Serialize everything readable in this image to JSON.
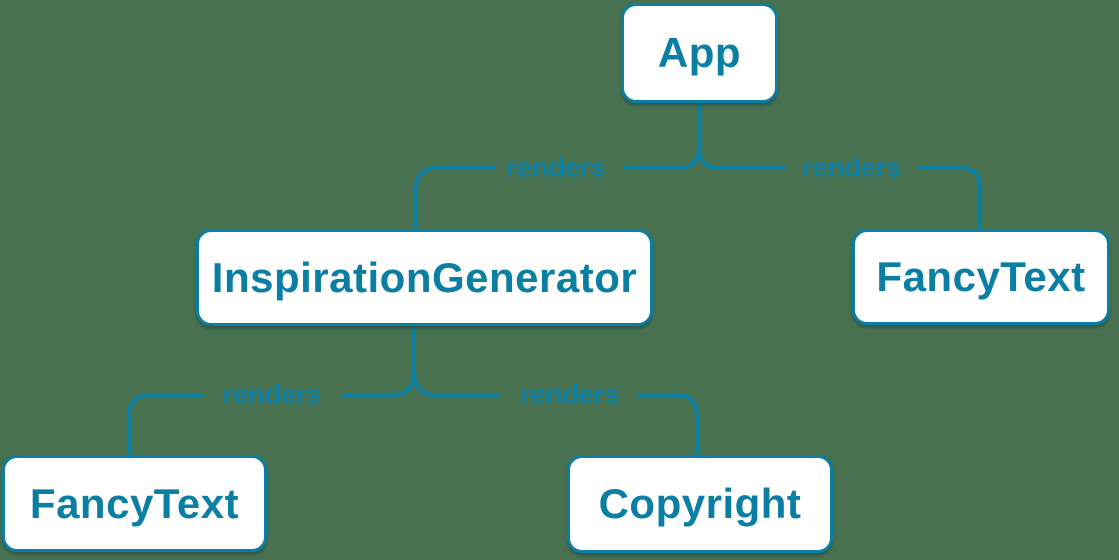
{
  "diagram": {
    "type": "component-render-tree",
    "colors": {
      "background": "#48714F",
      "accent": "#0B7EA4",
      "node_fill": "#FFFFFF"
    },
    "nodes": [
      {
        "id": "app",
        "label": "App"
      },
      {
        "id": "inspiration-generator",
        "label": "InspirationGenerator"
      },
      {
        "id": "fancy-text-top-right",
        "label": "FancyText"
      },
      {
        "id": "fancy-text-bottom-left",
        "label": "FancyText"
      },
      {
        "id": "copyright",
        "label": "Copyright"
      }
    ],
    "edges": [
      {
        "from": "App",
        "to": "InspirationGenerator",
        "label": "renders"
      },
      {
        "from": "App",
        "to": "FancyText",
        "label": "renders"
      },
      {
        "from": "InspirationGenerator",
        "to": "FancyText",
        "label": "renders"
      },
      {
        "from": "InspirationGenerator",
        "to": "Copyright",
        "label": "renders"
      }
    ]
  }
}
